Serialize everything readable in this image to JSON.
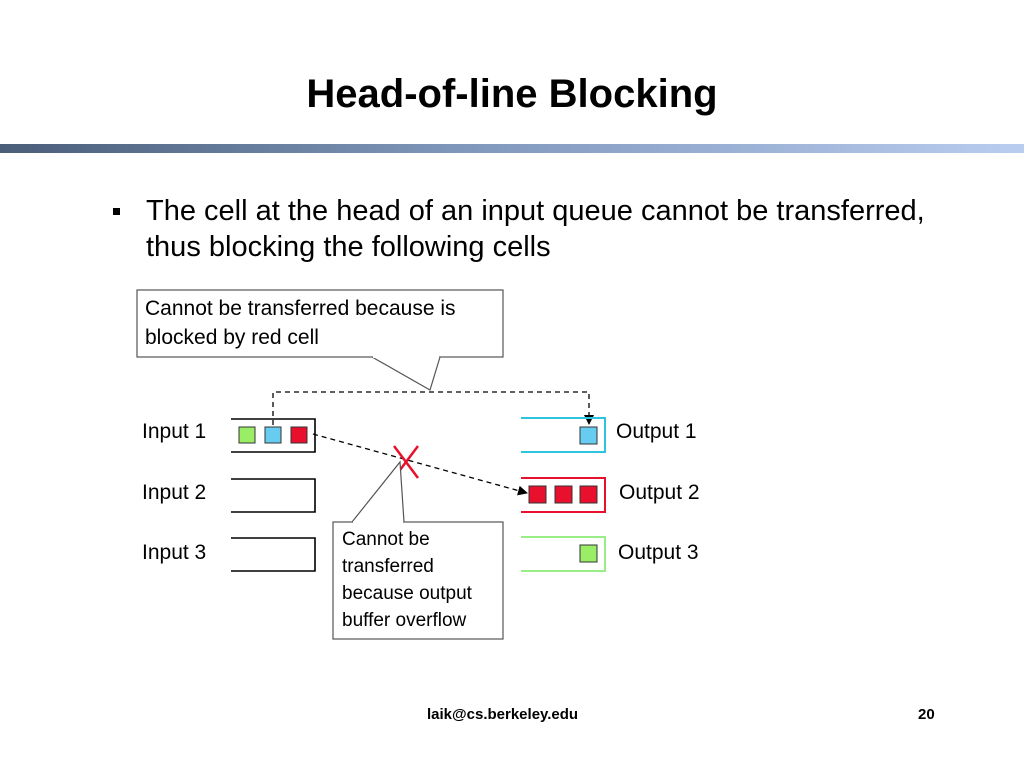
{
  "slide": {
    "title": "Head-of-line Blocking",
    "bullet": "The cell at the head of an input queue cannot be transferred, thus blocking the following cells",
    "footer_email": "laik@cs.berkeley.edu",
    "page_number": "20"
  },
  "diagram": {
    "inputs": [
      {
        "label": "Input 1",
        "cells": [
          "green",
          "blue",
          "red"
        ]
      },
      {
        "label": "Input 2",
        "cells": []
      },
      {
        "label": "Input 3",
        "cells": []
      }
    ],
    "outputs": [
      {
        "label": "Output 1",
        "border_color": "#2ec4de",
        "cells": [
          "blue"
        ]
      },
      {
        "label": "Output 2",
        "border_color": "#e8102c",
        "cells": [
          "red",
          "red",
          "red"
        ]
      },
      {
        "label": "Output 3",
        "border_color": "#99ee88",
        "cells": [
          "green"
        ]
      }
    ],
    "callout_top": "Cannot be transferred because is blocked by red cell",
    "callout_bottom": "Cannot be transferred because output buffer overflow",
    "colors": {
      "green": "#99ee66",
      "blue": "#66ccf0",
      "red": "#e8102c",
      "cross": "#e8102c"
    }
  }
}
